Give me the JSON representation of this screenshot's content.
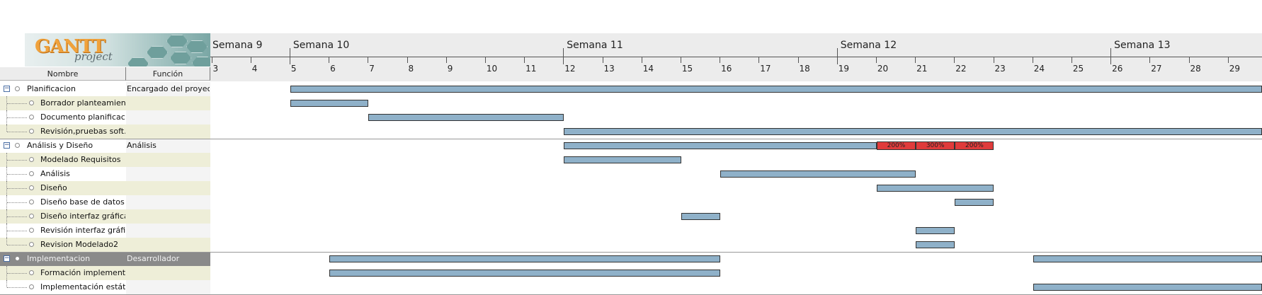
{
  "logo": {
    "word": "GANTT",
    "sub": "project"
  },
  "columns": {
    "name": "Nombre",
    "function": "Función"
  },
  "timeline": {
    "weeks": [
      "Semana 9",
      "Semana 10",
      "Semana 11",
      "Semana 12",
      "Semana 13"
    ],
    "days": [
      "3",
      "4",
      "5",
      "6",
      "7",
      "8",
      "9",
      "10",
      "11",
      "12",
      "13",
      "14",
      "15",
      "16",
      "17",
      "18",
      "19",
      "20",
      "21",
      "22",
      "23",
      "24",
      "25",
      "26",
      "27",
      "28",
      "29"
    ]
  },
  "tasks": [
    {
      "name": "Planificacion",
      "function": "Encargado del proyecto",
      "level": 0,
      "start": 5,
      "end": 30
    },
    {
      "name": "Borrador planteamiento",
      "function": "",
      "level": 1,
      "start": 5,
      "end": 7
    },
    {
      "name": "Documento planificación",
      "function": "",
      "level": 1,
      "start": 7,
      "end": 12
    },
    {
      "name": "Revisión,pruebas soft...",
      "function": "",
      "level": 1,
      "start": 12,
      "end": 30
    },
    {
      "name": "Análisis y Diseño",
      "function": "Análisis",
      "level": 0,
      "start": 12,
      "end": 20,
      "loads": [
        {
          "label": "200%",
          "start": 20,
          "end": 21
        },
        {
          "label": "300%",
          "start": 21,
          "end": 22
        },
        {
          "label": "200%",
          "start": 22,
          "end": 23
        }
      ]
    },
    {
      "name": "Modelado Requisitos",
      "function": "",
      "level": 1,
      "start": 12,
      "end": 15
    },
    {
      "name": "Análisis",
      "function": "",
      "level": 1,
      "start": 16,
      "end": 21
    },
    {
      "name": "Diseño",
      "function": "",
      "level": 1,
      "start": 20,
      "end": 23
    },
    {
      "name": "Diseño base de datos",
      "function": "",
      "level": 1,
      "start": 22,
      "end": 23
    },
    {
      "name": "Diseño interfaz gráfica",
      "function": "",
      "level": 1,
      "start": 15,
      "end": 16
    },
    {
      "name": "Revisión interfaz gráfica",
      "function": "",
      "level": 1,
      "start": 21,
      "end": 22
    },
    {
      "name": "Revision Modelado2",
      "function": "",
      "level": 1,
      "start": 21,
      "end": 22
    },
    {
      "name": "Implementacion",
      "function": "Desarrollador",
      "level": 0,
      "selected": true,
      "bars": [
        {
          "start": 6,
          "end": 16
        },
        {
          "start": 24,
          "end": 30
        }
      ]
    },
    {
      "name": "Formación implementa...",
      "function": "",
      "level": 1,
      "start": 6,
      "end": 16
    },
    {
      "name": "Implementación estática",
      "function": "",
      "level": 1,
      "start": 24,
      "end": 30
    }
  ],
  "colors": {
    "bar": "#8fb1c9",
    "overload": "#e03b3b",
    "selected_row": "#8a8a8a",
    "alt_row": "#eeeed8"
  },
  "icons": {
    "collapse": "minus-box-icon",
    "task": "task-dot-icon"
  }
}
